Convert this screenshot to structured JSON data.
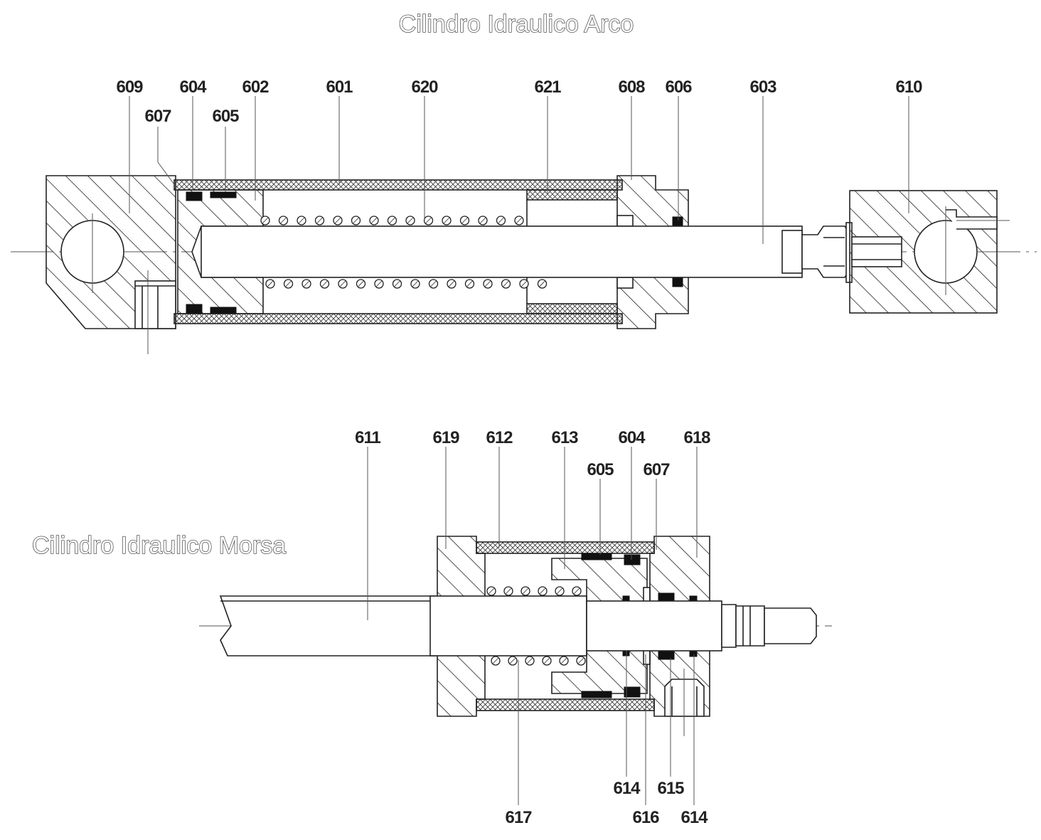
{
  "diagram": {
    "top": {
      "title": "Cilindro Idraulico Arco",
      "labels": [
        "609",
        "604",
        "602",
        "601",
        "620",
        "621",
        "608",
        "606",
        "603",
        "610",
        "607",
        "605"
      ]
    },
    "bottom": {
      "title": "Cilindro Idraulico Morsa",
      "labels_top": [
        "611",
        "619",
        "612",
        "613",
        "604",
        "618",
        "605",
        "607"
      ],
      "labels_bottom": [
        "614",
        "615",
        "617",
        "616",
        "614"
      ]
    },
    "colors": {
      "line": "#222222",
      "hatch": "#222222",
      "seal": "#111111",
      "background": "#ffffff"
    }
  }
}
